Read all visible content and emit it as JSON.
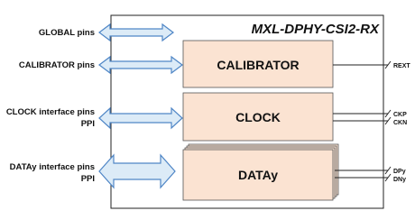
{
  "title": "MXL-DPHY-CSI2-RX",
  "pins": {
    "global": {
      "line1": "GLOBAL pins"
    },
    "calibrator": {
      "line1": "CALIBRATOR pins"
    },
    "clock": {
      "line1": "CLOCK interface pins",
      "line2": "PPI"
    },
    "data": {
      "line1": "DATAy interface pins",
      "line2": "PPI"
    }
  },
  "blocks": {
    "calibrator": "CALIBRATOR",
    "clock": "CLOCK",
    "data": "DATAy"
  },
  "signals": {
    "rext": "REXT",
    "ckp": "CKP",
    "ckn": "CKN",
    "dp": "DPy",
    "dn": "DNy"
  },
  "colors": {
    "block_fill": "#fbe3d2",
    "arrow_fill": "#dcebf7",
    "arrow_stroke": "#4f86c6"
  }
}
